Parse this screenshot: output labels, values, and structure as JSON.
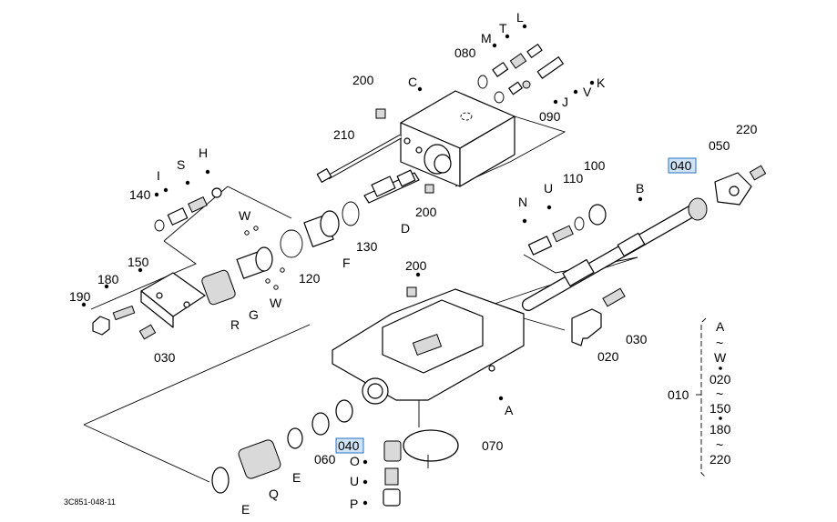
{
  "diagram": {
    "drawing_code": "3C851-048-11",
    "highlight_color": "#cfe3f7",
    "labels": {
      "c": "C",
      "l": "L",
      "m": "M",
      "t": "T",
      "k": "K",
      "v": "V",
      "j": "J",
      "p080": "080",
      "p090": "090",
      "p200a": "200",
      "p210": "210",
      "h": "H",
      "s": "S",
      "i": "I",
      "p140": "140",
      "w1": "W",
      "w2": "W",
      "g": "G",
      "r": "R",
      "p150": "150",
      "p180": "180",
      "p190": "190",
      "p030a": "030",
      "p120": "120",
      "f": "F",
      "p130": "130",
      "d": "D",
      "p200b": "200",
      "n": "N",
      "u1": "U",
      "p110": "110",
      "p100": "100",
      "b": "B",
      "p040a": "040",
      "p050": "050",
      "p220": "220",
      "p200c": "200",
      "p030b": "030",
      "p020": "020",
      "a": "A",
      "p070": "070",
      "p040b": "040",
      "p060": "060",
      "e1": "E",
      "q": "Q",
      "e2": "E",
      "o": "O",
      "u2": "U",
      "p": "P"
    },
    "legend": {
      "group_number": "010",
      "items": [
        "A",
        "~",
        "W",
        "020",
        "~",
        "150",
        "180",
        "~",
        "220"
      ]
    }
  }
}
